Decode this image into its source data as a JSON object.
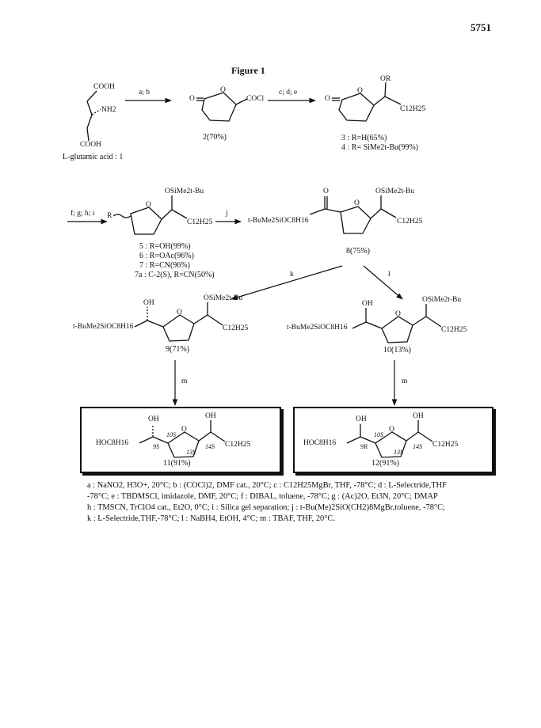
{
  "page_number": "5751",
  "figure_title": "Figure 1",
  "reagent_arrows": {
    "ab": "a; b",
    "cde": "c; d; e",
    "fghi": "f; g; h; i",
    "j": "j",
    "k": "k",
    "l": "l",
    "m1": "m",
    "m2": "m"
  },
  "compound_labels": {
    "c1": "L-glutamic acid : 1",
    "c2": "2(70%)",
    "c3": "3 : R=H(65%)",
    "c4": "4 : R= SiMe2t-Bu(99%)",
    "c5": "5 : R=OH(99%)",
    "c6": "6 : R=OAc(96%)",
    "c7": "7 : R=CN(96%)",
    "c7a": "7a : C-2(S), R=CN(50%)",
    "c8": "8(75%)",
    "c9": "9(71%)",
    "c10": "10(13%)",
    "c11": "11(91%)",
    "c12": "12(91%)"
  },
  "structure_text": {
    "cooh_top": "COOH",
    "nh2": "NH2",
    "cooh_bottom": "COOH",
    "o": "O",
    "cocl": "COCl",
    "or": "OR",
    "c12h25": "C12H25",
    "osime2tbu": "OSiMe2t-Bu",
    "r": "R",
    "tbu_chain": "t-BuMe2SiOC8H16",
    "oh": "OH",
    "hoc8h16": "HOC8H16",
    "s9": "9S",
    "r9": "9R",
    "s10": "10S",
    "s13": "13S",
    "s14": "14S"
  },
  "caption_lines": [
    "a : NaNO2, H3O+, 20°C; b : (COCl)2, DMF cat., 20°C; c : C12H25MgBr, THF, -78°C; d : L-Selectride,THF",
    "-78°C; e : TBDMSCl, imidazole, DMF, 20°C; f : DIBAL, toluene, -78°C; g : (Ac)2O, Et3N, 20°C; DMAP",
    "h : TMSCN, TrClO4 cat., Et2O, 0°C; i : Silica gel separation; j : t-Bu(Me)2SiO(CH2)8MgBr,toluene, -78°C;",
    "k : L-Selectride,THF,-78°C; l : NaBH4, EtOH, 4°C; m : TBAF, THF, 20°C."
  ]
}
